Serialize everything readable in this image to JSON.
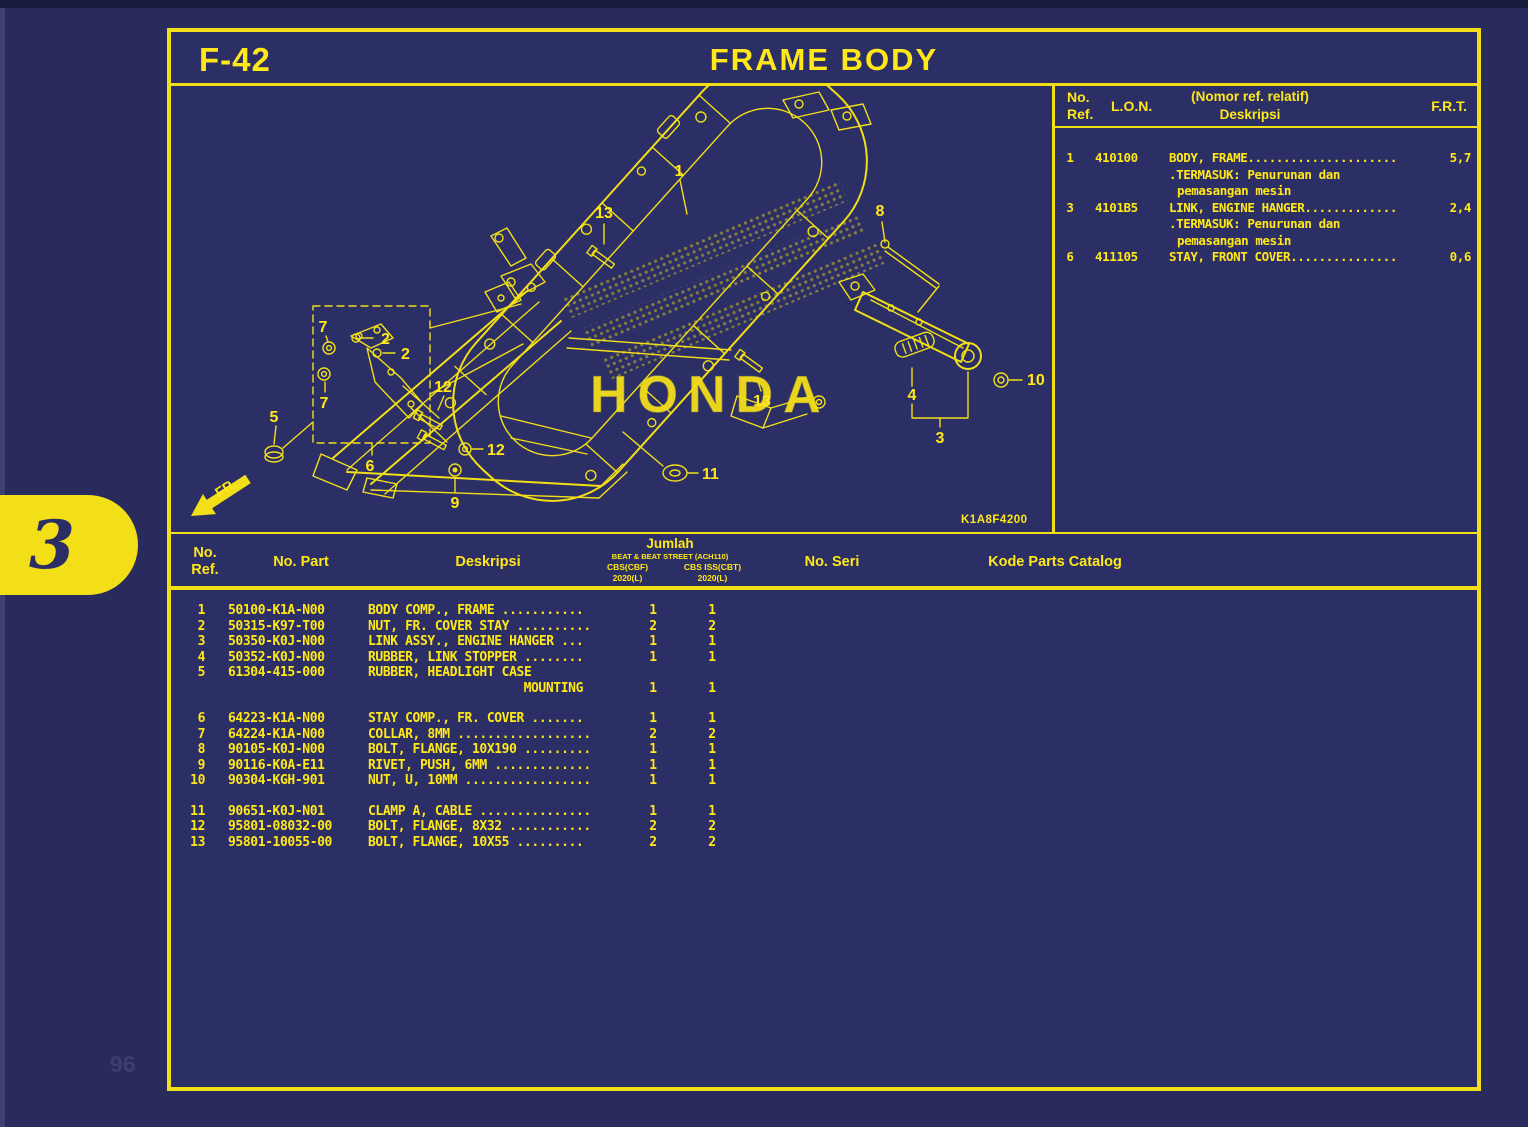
{
  "page": {
    "code": "F-42",
    "title": "FRAME BODY",
    "page_number": "96",
    "section_tab": "3",
    "diagram_code": "K1A8F4200",
    "fr_label": "FR.",
    "watermark": "HONDA"
  },
  "colors": {
    "background": "#292b5d",
    "page_background": "#2c2e66",
    "line_yellow": "#f2df18",
    "text_yellow": "#ffe817",
    "watermark_olive": "#8e8838"
  },
  "diagram": {
    "callouts": {
      "c1": "1",
      "c13a": "13",
      "c8": "8",
      "c10": "10",
      "c4": "4",
      "c3": "3",
      "c13b": "13",
      "c11": "11",
      "c12a": "12",
      "c12b": "12",
      "c9": "9",
      "c5": "5",
      "c6": "6",
      "c7a": "7",
      "c7b": "7",
      "c2a": "2",
      "c2b": "2"
    }
  },
  "ref_table": {
    "headers": {
      "no": "No.",
      "ref": "Ref.",
      "lon": "L.O.N.",
      "desk_note": "(Nomor ref. relatif)",
      "desk": "Deskripsi",
      "frt": "F.R.T."
    },
    "rows": [
      {
        "ref": "1",
        "lon": "410100",
        "desc": "BODY, FRAME.....................",
        "frt": "5,7",
        "notes": [
          ".TERMASUK: Penurunan dan",
          "pemasangan mesin"
        ]
      },
      {
        "ref": "3",
        "lon": "4101B5",
        "desc": "LINK, ENGINE HANGER.............",
        "frt": "2,4",
        "notes": [
          ".TERMASUK: Penurunan dan",
          "pemasangan mesin"
        ]
      },
      {
        "ref": "6",
        "lon": "411105",
        "desc": "STAY, FRONT COVER...............",
        "frt": "0,6",
        "notes": []
      }
    ]
  },
  "parts_table": {
    "headers": {
      "no": "No.",
      "ref": "Ref.",
      "part": "No. Part",
      "desk": "Deskripsi",
      "jumlah": "Jumlah",
      "jumlah_model": "BEAT & BEAT STREET (ACH110)",
      "col_a": "CBS(CBF)",
      "col_b": "CBS ISS(CBT)",
      "year_a": "2020(L)",
      "year_b": "2020(L)",
      "seri": "No. Seri",
      "kode": "Kode Parts Catalog"
    },
    "rows": [
      {
        "ref": "1",
        "part": "50100-K1A-N00",
        "desc": "BODY COMP., FRAME ...........",
        "qty1": "1",
        "qty2": "1"
      },
      {
        "ref": "2",
        "part": "50315-K97-T00",
        "desc": "NUT, FR. COVER STAY ..........",
        "qty1": "2",
        "qty2": "2"
      },
      {
        "ref": "3",
        "part": "50350-K0J-N00",
        "desc": "LINK ASSY., ENGINE HANGER ...",
        "qty1": "1",
        "qty2": "1"
      },
      {
        "ref": "4",
        "part": "50352-K0J-N00",
        "desc": "RUBBER, LINK STOPPER ........",
        "qty1": "1",
        "qty2": "1"
      },
      {
        "ref": "5",
        "part": "61304-415-000",
        "desc": "RUBBER, HEADLIGHT CASE",
        "desc2": "MOUNTING",
        "qty1": "1",
        "qty2": "1"
      },
      {
        "ref": "6",
        "part": "64223-K1A-N00",
        "desc": "STAY COMP., FR. COVER .......",
        "qty1": "1",
        "qty2": "1"
      },
      {
        "ref": "7",
        "part": "64224-K1A-N00",
        "desc": "COLLAR, 8MM ..................",
        "qty1": "2",
        "qty2": "2"
      },
      {
        "ref": "8",
        "part": "90105-K0J-N00",
        "desc": "BOLT, FLANGE, 10X190 .........",
        "qty1": "1",
        "qty2": "1"
      },
      {
        "ref": "9",
        "part": "90116-K0A-E11",
        "desc": "RIVET, PUSH, 6MM .............",
        "qty1": "1",
        "qty2": "1"
      },
      {
        "ref": "10",
        "part": "90304-KGH-901",
        "desc": "NUT, U, 10MM .................",
        "qty1": "1",
        "qty2": "1"
      },
      {
        "ref": "11",
        "part": "90651-K0J-N01",
        "desc": "CLAMP A, CABLE ...............",
        "qty1": "1",
        "qty2": "1"
      },
      {
        "ref": "12",
        "part": "95801-08032-00",
        "desc": "BOLT, FLANGE, 8X32 ...........",
        "qty1": "2",
        "qty2": "2"
      },
      {
        "ref": "13",
        "part": "95801-10055-00",
        "desc": "BOLT, FLANGE, 10X55 .........",
        "qty1": "2",
        "qty2": "2"
      }
    ]
  }
}
